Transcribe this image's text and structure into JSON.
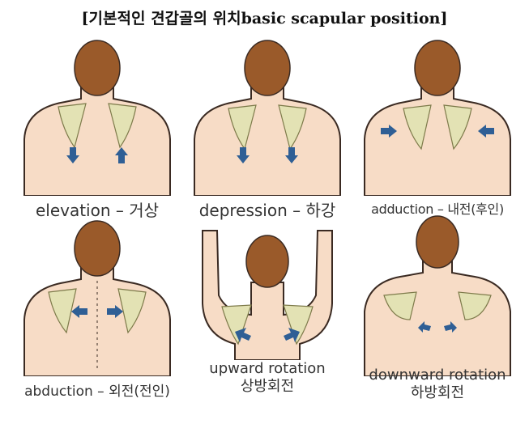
{
  "title": "[기본적인 견갑골의 위치basic scapular position]",
  "panels": [
    {
      "caption": "elevation – 거상",
      "motion": "elevation"
    },
    {
      "caption": "depression – 하강",
      "motion": "depression"
    },
    {
      "caption": "adduction – 내전(후인)",
      "motion": "adduction"
    },
    {
      "caption": "abduction – 외전(전인)",
      "motion": "abduction"
    },
    {
      "caption_line1": "upward rotation",
      "caption_line2": "상방회전",
      "motion": "upward-rotation"
    },
    {
      "caption_line1": "downward rotation",
      "caption_line2": "하방회전",
      "motion": "downward-rotation"
    }
  ],
  "colors": {
    "skin": "#f7dcc6",
    "outline": "#3a2a22",
    "hair": "#9a5a2a",
    "scapula": "#e3e2b4",
    "arrow": "#2f5f95"
  }
}
